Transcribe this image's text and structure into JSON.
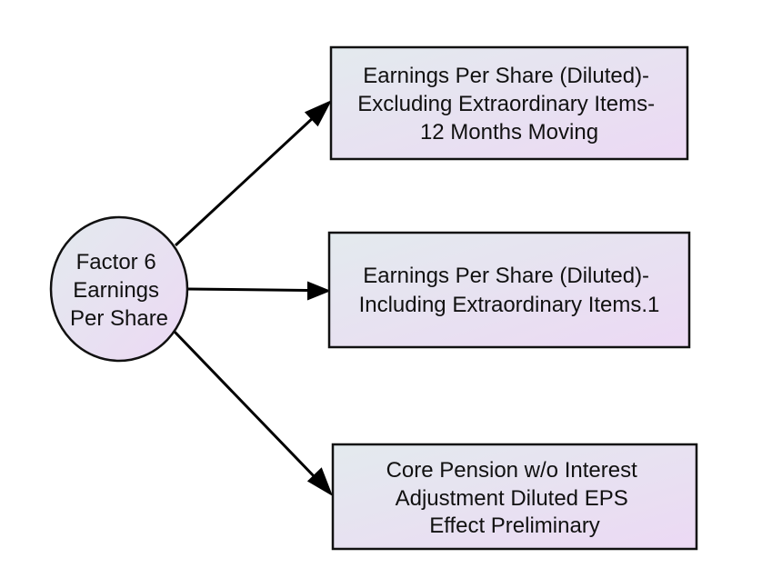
{
  "factor": {
    "lines": [
      "Factor 6",
      "Earnings",
      "Per Share"
    ]
  },
  "indicators": [
    {
      "lines": [
        "Earnings Per Share (Diluted)-",
        "Excluding Extraordinary Items-",
        "12 Months Moving"
      ]
    },
    {
      "lines": [
        "Earnings Per Share (Diluted)-",
        "Including Extraordinary Items.1"
      ]
    },
    {
      "lines": [
        "Core Pension w/o Interest",
        "Adjustment Diluted EPS",
        "Effect Preliminary"
      ]
    }
  ],
  "colors": {
    "fill_start": "#e3eaee",
    "fill_end": "#ecd9f4",
    "stroke": "#111111",
    "edge": "#000000"
  }
}
